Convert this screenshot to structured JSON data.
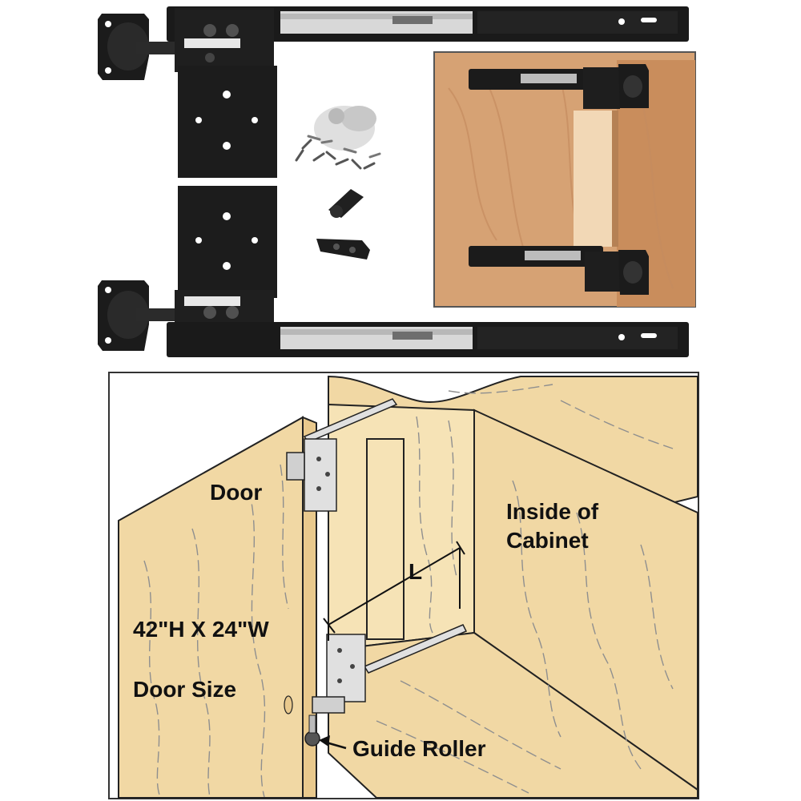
{
  "product_photos": {
    "hardware_kit": {
      "parts": [
        "upper-slide-assembly",
        "lower-slide-assembly",
        "screw-pack",
        "guide-roller-parts"
      ]
    },
    "installed_view": {
      "background": "wood-cabinet-interior"
    }
  },
  "diagram": {
    "labels": {
      "door": "Door",
      "inside_line1": "Inside of",
      "inside_line2": "Cabinet",
      "dimension": "L",
      "door_dims": "42\"H X 24\"W",
      "door_size": "Door Size",
      "guide_roller": "Guide Roller"
    }
  },
  "colors": {
    "wood": "#f1d8a4",
    "wood_light": "#f6e3b6",
    "grain": "#8f8f8f",
    "metal_dark": "#1b1b1b",
    "metal_light": "#e0e0e0",
    "photo_wood": "#d6a274",
    "outline": "#222222"
  }
}
